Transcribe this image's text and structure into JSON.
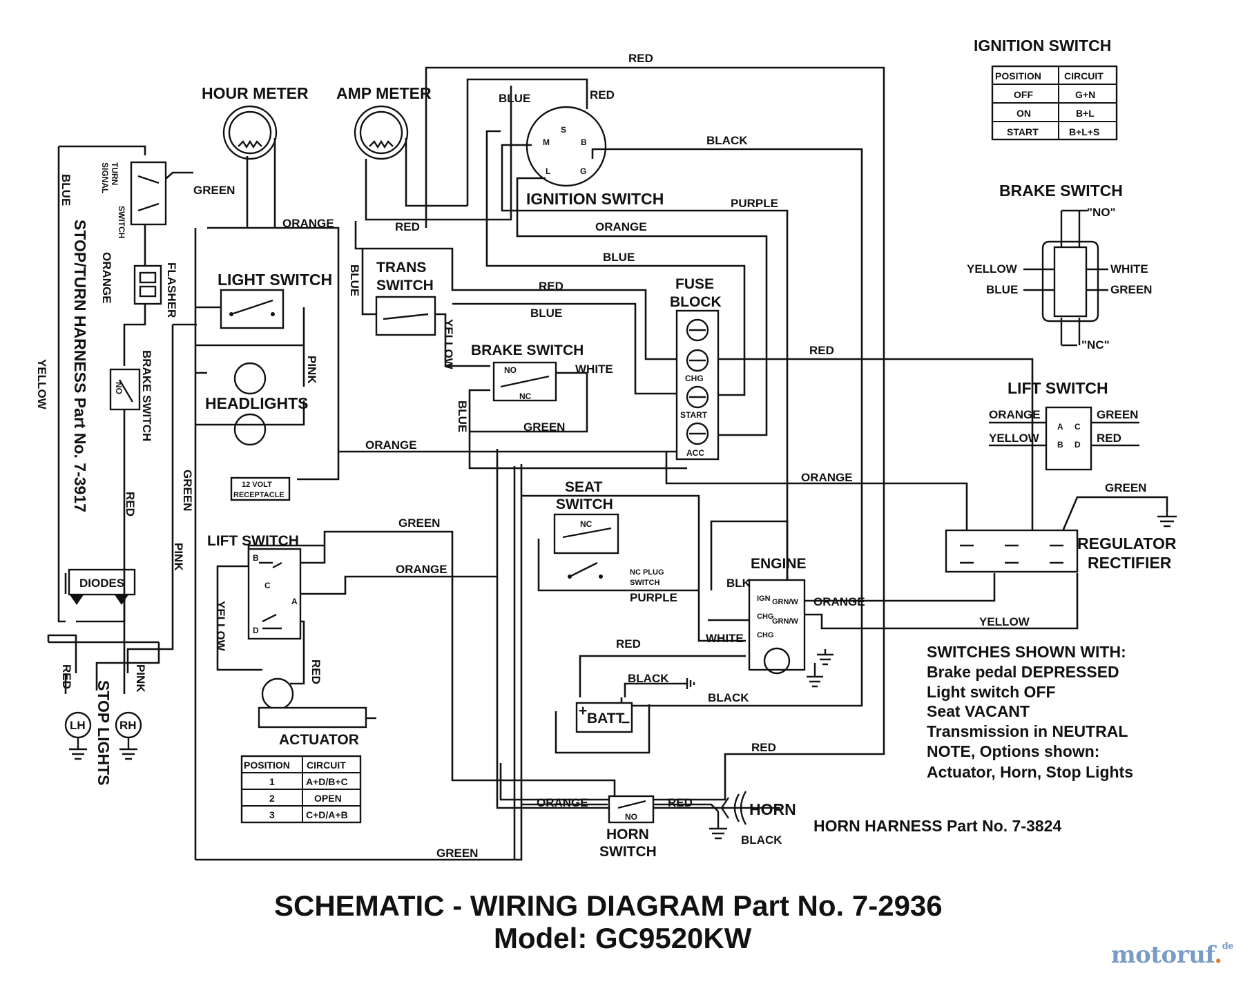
{
  "title": {
    "line1": "SCHEMATIC - WIRING DIAGRAM Part No. 7-2936",
    "line2": "Model: GC9520KW"
  },
  "components": {
    "hour_meter": "HOUR METER",
    "amp_meter": "AMP METER",
    "ignition_switch": "IGNITION SWITCH",
    "light_switch": "LIGHT SWITCH",
    "headlights": "HEADLIGHTS",
    "receptacle_line1": "12 VOLT",
    "receptacle_line2": "RECEPTACLE",
    "trans_switch_line1": "TRANS",
    "trans_switch_line2": "SWITCH",
    "brake_switch": "BRAKE SWITCH",
    "fuse_block_line1": "FUSE",
    "fuse_block_line2": "BLOCK",
    "fuse_chg": "CHG",
    "fuse_start": "START",
    "fuse_acc": "ACC",
    "seat_switch_line1": "SEAT",
    "seat_switch_line2": "SWITCH",
    "nc_plug_line1": "NC PLUG",
    "nc_plug_line2": "SWITCH",
    "lift_switch": "LIFT SWITCH",
    "actuator": "ACTUATOR",
    "engine": "ENGINE",
    "batt": "BATT",
    "horn": "HORN",
    "horn_switch_line1": "HORN",
    "horn_switch_line2": "SWITCH",
    "regulator_line1": "REGULATOR",
    "regulator_line2": "RECTIFIER",
    "diodes": "DIODES",
    "flasher": "FLASHER",
    "turn_signal_line1": "TURN",
    "turn_signal_line2": "SIGNAL",
    "turn_signal_line3": "SWITCH",
    "stop_turn_harness": "STOP/TURN HARNESS Part No. 7-3917",
    "left_brake_switch": "BRAKE SWITCH",
    "stop_lights": "STOP LIGHTS",
    "lh": "LH",
    "rh": "RH",
    "horn_harness": "HORN HARNESS Part No. 7-3824",
    "no": "NO",
    "nc": "NC",
    "ign": "IGN",
    "chg": "CHG",
    "plus": "+",
    "minus": "−",
    "ign_terms": [
      "S",
      "B",
      "M",
      "L",
      "G"
    ],
    "lift_terms": [
      "B",
      "C",
      "A",
      "D"
    ],
    "lift_pos": [
      "1",
      "2",
      "3"
    ]
  },
  "wire_labels": {
    "red": "RED",
    "blue": "BLUE",
    "black": "BLACK",
    "purple": "PURPLE",
    "orange": "ORANGE",
    "green": "GREEN",
    "yellow": "YELLOW",
    "white": "WHITE",
    "pink": "PINK",
    "blk": "BLK",
    "grn_w": "GRN/W"
  },
  "legend": {
    "ignition_switch": {
      "title": "IGNITION SWITCH",
      "headers": [
        "POSITION",
        "CIRCUIT"
      ],
      "rows": [
        [
          "OFF",
          "G+N"
        ],
        [
          "ON",
          "B+L"
        ],
        [
          "START",
          "B+L+S"
        ]
      ]
    },
    "brake_switch": {
      "title": "BRAKE SWITCH",
      "no": "\"NO\"",
      "nc": "\"NC\"",
      "left": [
        "YELLOW",
        "BLUE"
      ],
      "right": [
        "WHITE",
        "GREEN"
      ]
    },
    "lift_switch": {
      "title": "LIFT SWITCH",
      "left": [
        "ORANGE",
        "YELLOW"
      ],
      "right": [
        "GREEN",
        "RED"
      ],
      "terms": [
        "A",
        "C",
        "B",
        "D"
      ]
    }
  },
  "lift_table": {
    "headers": [
      "POSITION",
      "CIRCUIT"
    ],
    "rows": [
      [
        "1",
        "A+D/B+C"
      ],
      [
        "2",
        "OPEN"
      ],
      [
        "3",
        "C+D/A+B"
      ]
    ]
  },
  "notes": [
    "SWITCHES SHOWN WITH:",
    "Brake pedal DEPRESSED",
    "Light switch OFF",
    "Seat VACANT",
    "Transmission in NEUTRAL",
    "NOTE, Options shown:",
    "Actuator, Horn, Stop Lights"
  ],
  "watermark": {
    "name": "motoruf",
    "tld": "de"
  }
}
